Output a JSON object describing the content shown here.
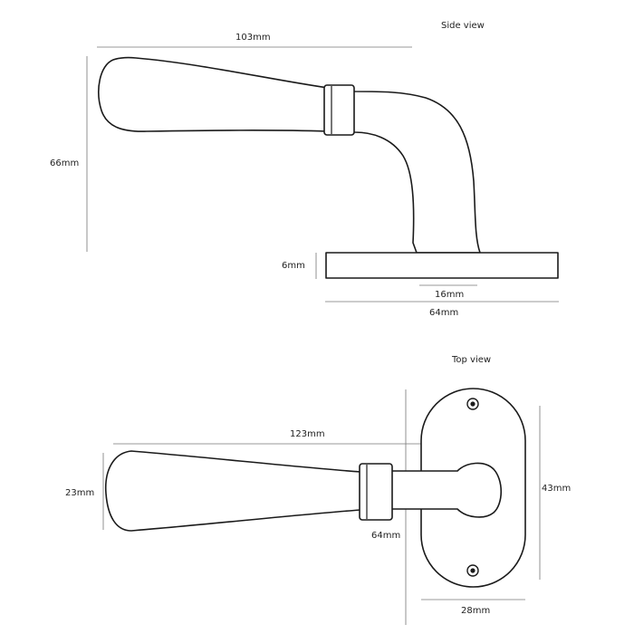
{
  "side_view": {
    "title": "Side view",
    "dim_length": "103mm",
    "dim_height": "66mm",
    "dim_rose_thickness": "6mm",
    "dim_neck": "16mm",
    "dim_rose_length": "64mm"
  },
  "top_view": {
    "title": "Top view",
    "dim_length": "123mm",
    "dim_lever_width": "23mm",
    "dim_plate_length": "64mm",
    "dim_plate_height": "43mm",
    "dim_plate_width": "28mm"
  },
  "colors": {
    "outline": "#1a1a1a",
    "dimension": "#777777",
    "text": "#222222"
  }
}
